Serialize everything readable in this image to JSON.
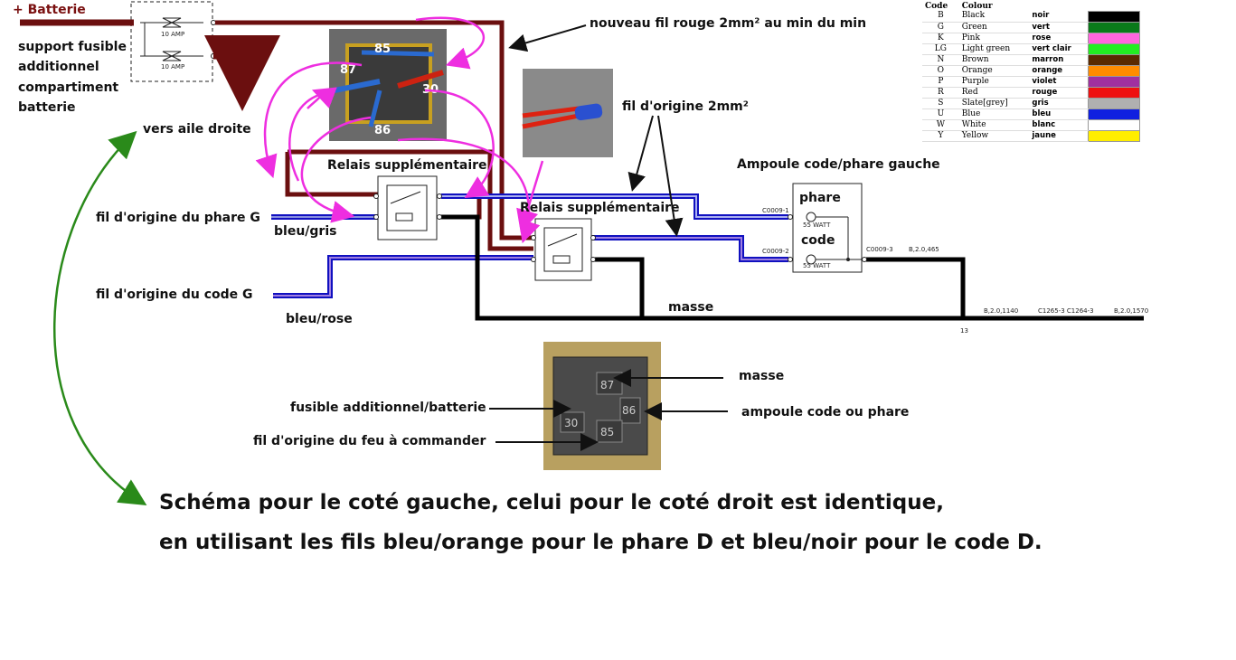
{
  "labels": {
    "batterie": "+ Batterie",
    "support_fusible": [
      "support fusible",
      "additionnel",
      "compartiment",
      "batterie"
    ],
    "vers_aile": "vers aile droite",
    "nouveau_fil": "nouveau fil rouge 2mm² au min du min",
    "fil_origine_2mm": "fil d'origine 2mm²",
    "relais1": "Relais supplémentaire",
    "relais2": "Relais supplémentaire",
    "ampoule": "Ampoule code/phare gauche",
    "fil_phare": "fil d'origine du phare G",
    "bleu_gris": "bleu/gris",
    "fil_code": "fil d'origine du code G",
    "bleu_rose": "bleu/rose",
    "masse": "masse",
    "phare": "phare",
    "code": "code",
    "masse2": "masse",
    "fusible_batterie": "fusible additionnel/batterie",
    "ampoule_code_phare": "ampoule code ou phare",
    "fil_feu": "fil d'origine du feu à commander"
  },
  "relay_pins": {
    "p85": "85",
    "p87": "87",
    "p30": "30",
    "p86": "86"
  },
  "relay_pins_photo": {
    "p87": "87",
    "p86": "86",
    "p30": "30",
    "p85": "85"
  },
  "fuse_labels": [
    "10 AMP",
    "10 AMP"
  ],
  "connectors": {
    "c1": "C0009-1",
    "c2": "C0009-2",
    "c3": "C0009-3",
    "w1": "B,2.0,465",
    "w2": "B,2.0,1140",
    "w3": "C1265-3 C1264-3",
    "w4": "B,2.0,1570",
    "w5": "13",
    "watt1": "55 WATT",
    "watt2": "55 WATT"
  },
  "footer": {
    "line1": "Schéma pour le coté gauche, celui pour le coté droit est identique,",
    "line2": "en utilisant les fils bleu/orange pour le phare D et bleu/noir pour le code D."
  },
  "color_table": {
    "headers": [
      "Code",
      "Colour"
    ],
    "rows": [
      {
        "code": "B",
        "colour": "Black",
        "fr": "noir",
        "hex": "#000000"
      },
      {
        "code": "G",
        "colour": "Green",
        "fr": "vert",
        "hex": "#0a7a1a"
      },
      {
        "code": "K",
        "colour": "Pink",
        "fr": "rose",
        "hex": "#ff66dd"
      },
      {
        "code": "LG",
        "colour": "Light green",
        "fr": "vert clair",
        "hex": "#22ee22"
      },
      {
        "code": "N",
        "colour": "Brown",
        "fr": "marron",
        "hex": "#5a2a00"
      },
      {
        "code": "O",
        "colour": "Orange",
        "fr": "orange",
        "hex": "#ff8c00"
      },
      {
        "code": "P",
        "colour": "Purple",
        "fr": "violet",
        "hex": "#a030a0"
      },
      {
        "code": "R",
        "colour": "Red",
        "fr": "rouge",
        "hex": "#ee1111"
      },
      {
        "code": "S",
        "colour": "Slate[grey]",
        "fr": "gris",
        "hex": "#b0b0b0"
      },
      {
        "code": "U",
        "colour": "Blue",
        "fr": "bleu",
        "hex": "#1020e0"
      },
      {
        "code": "W",
        "colour": "White",
        "fr": "blanc",
        "hex": "#ffffff"
      },
      {
        "code": "Y",
        "colour": "Yellow",
        "fr": "jaune",
        "hex": "#ffee00"
      }
    ]
  }
}
